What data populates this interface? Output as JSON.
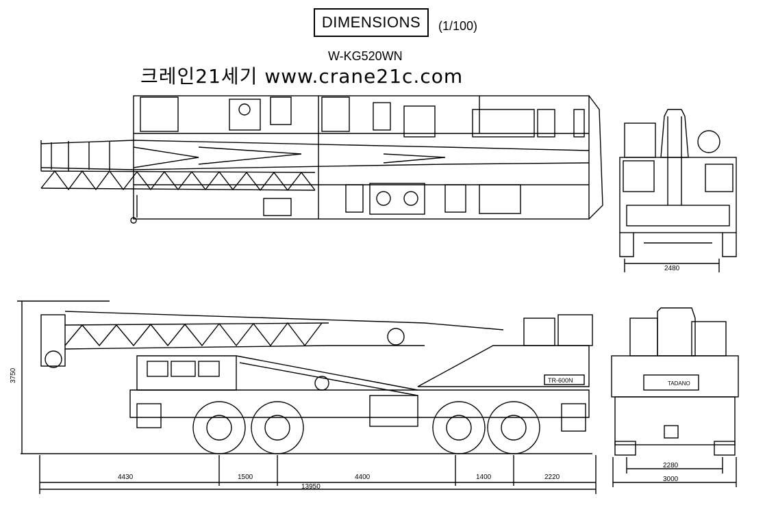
{
  "header": {
    "title": "DIMENSIONS",
    "scale": "(1/100)",
    "model": "W-KG520WN",
    "watermark": "크레인21세기 www.crane21c.com"
  },
  "dimensions": {
    "top_rear_width": "2480",
    "side_height": "3750",
    "seg1": "4430",
    "seg2": "1500",
    "seg3": "4400",
    "seg4": "1400",
    "seg5": "2220",
    "overall_length": "13950",
    "rear_track": "2280",
    "rear_width": "3000",
    "side_plate": "TR-600N",
    "rear_logo": "TADANO"
  }
}
